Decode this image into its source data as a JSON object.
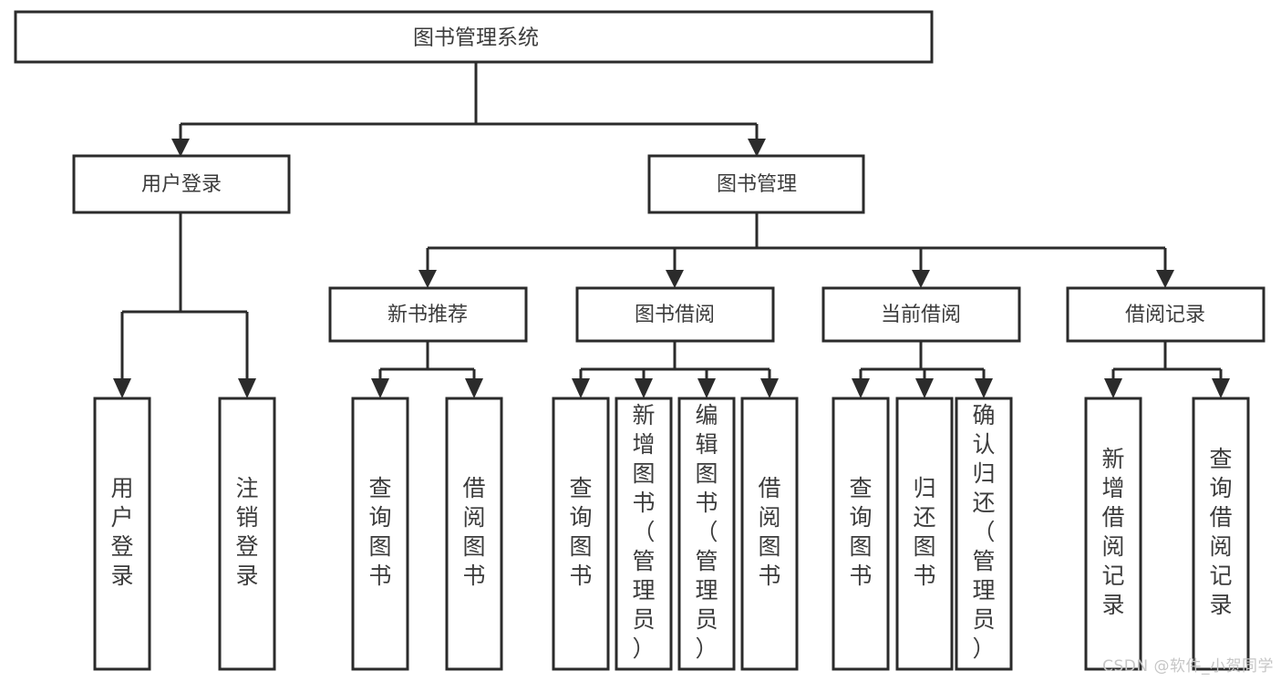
{
  "diagram": {
    "type": "tree-hierarchy-chart",
    "title": "图书管理系统",
    "watermark": "CSDN @软件_小贺同学",
    "colors": {
      "stroke": "#2b2b2b",
      "fill": "#ffffff",
      "text": "#3c3c3c",
      "watermark": "#c6c6c6"
    },
    "root": {
      "label": "图书管理系统"
    },
    "level2": [
      {
        "id": "user-login",
        "label": "用户登录"
      },
      {
        "id": "book-management",
        "label": "图书管理"
      }
    ],
    "level3": [
      {
        "id": "new-book-recommend",
        "label": "新书推荐",
        "parent": "book-management"
      },
      {
        "id": "book-borrow",
        "label": "图书借阅",
        "parent": "book-management"
      },
      {
        "id": "current-borrow",
        "label": "当前借阅",
        "parent": "book-management"
      },
      {
        "id": "borrow-record",
        "label": "借阅记录",
        "parent": "book-management"
      }
    ],
    "leaves": {
      "user-login": [
        {
          "id": "leaf-user-login",
          "label": "用户登录"
        },
        {
          "id": "leaf-logout-login",
          "label": "注销登录"
        }
      ],
      "new-book-recommend": [
        {
          "id": "leaf-query-book-1",
          "label": "查询图书"
        },
        {
          "id": "leaf-borrow-book-1",
          "label": "借阅图书"
        }
      ],
      "book-borrow": [
        {
          "id": "leaf-query-book-2",
          "label": "查询图书"
        },
        {
          "id": "leaf-add-book",
          "label": "新增图书（管理员）"
        },
        {
          "id": "leaf-edit-book",
          "label": "编辑图书（管理员）"
        },
        {
          "id": "leaf-borrow-book-2",
          "label": "借阅图书"
        }
      ],
      "current-borrow": [
        {
          "id": "leaf-query-book-3",
          "label": "查询图书"
        },
        {
          "id": "leaf-return-book",
          "label": "归还图书"
        },
        {
          "id": "leaf-confirm-return",
          "label": "确认归还（管理员）"
        }
      ],
      "borrow-record": [
        {
          "id": "leaf-add-record",
          "label": "新增借阅记录"
        },
        {
          "id": "leaf-query-record",
          "label": "查询借阅记录"
        }
      ]
    }
  }
}
